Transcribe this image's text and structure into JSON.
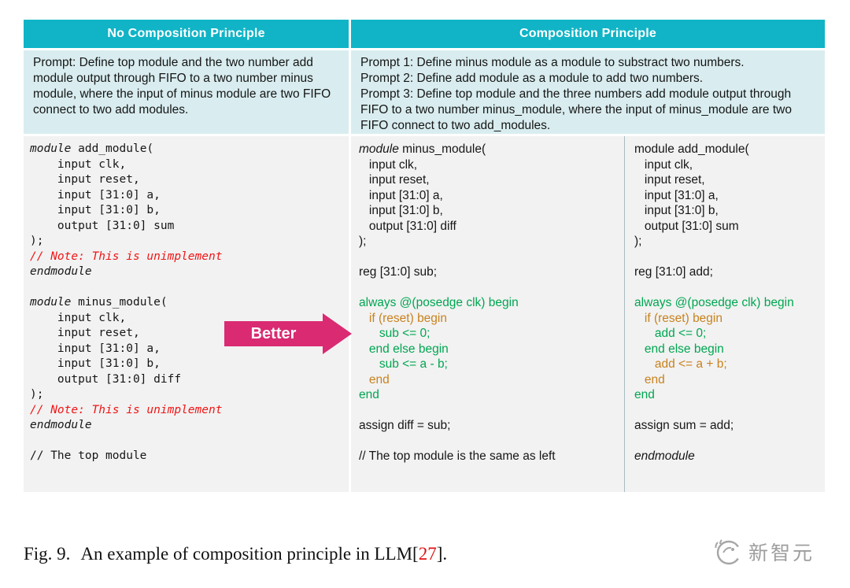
{
  "colors": {
    "header_teal": "#10b4c6",
    "prompt_bg": "#d9edf0",
    "code_bg": "#f2f2f2",
    "code_green": "#00a651",
    "code_orange": "#c8821e",
    "code_red": "#f01515",
    "arrow_pink": "#d92a72",
    "cite_red": "#e01212"
  },
  "table": {
    "header_left": "No Composition Principle",
    "header_right": "Composition Principle",
    "prompt_left": [
      "Prompt: Define top module and the two number add module output through FIFO to a two number minus module, where the input of minus module are two FIFO connect to two add modules."
    ],
    "prompt_right": [
      "Prompt 1: Define minus module as a module to substract two numbers.",
      "Prompt 2: Define add module as a module to add two numbers.",
      "Prompt 3: Define top module and the three numbers add module output through FIFO to a two number minus_module, where the input of minus_module are two FIFO connect to two add_modules."
    ]
  },
  "code": {
    "left": [
      [
        [
          "module",
          "i"
        ],
        [
          " add_module(",
          ""
        ]
      ],
      [
        [
          "    input clk,",
          ""
        ]
      ],
      [
        [
          "    input reset,",
          ""
        ]
      ],
      [
        [
          "    input [31:0] a,",
          ""
        ]
      ],
      [
        [
          "    input [31:0] b,",
          ""
        ]
      ],
      [
        [
          "    output [31:0] sum",
          ""
        ]
      ],
      [
        [
          ");",
          ""
        ]
      ],
      [
        [
          "// Note: This is unimplement",
          "red"
        ]
      ],
      [
        [
          "endmodule",
          "i"
        ]
      ],
      [
        [
          "",
          ""
        ]
      ],
      [
        [
          "module",
          "i"
        ],
        [
          " minus_module(",
          ""
        ]
      ],
      [
        [
          "    input clk,",
          ""
        ]
      ],
      [
        [
          "    input reset,",
          ""
        ]
      ],
      [
        [
          "    input [31:0] a,",
          ""
        ]
      ],
      [
        [
          "    input [31:0] b,",
          ""
        ]
      ],
      [
        [
          "    output [31:0] diff",
          ""
        ]
      ],
      [
        [
          ");",
          ""
        ]
      ],
      [
        [
          "// Note: This is unimplement",
          "red"
        ]
      ],
      [
        [
          "endmodule",
          "i"
        ]
      ],
      [
        [
          "",
          ""
        ]
      ],
      [
        [
          "// The top module",
          ""
        ]
      ]
    ],
    "middle": [
      [
        [
          "module",
          "i"
        ],
        [
          " minus_module(",
          ""
        ]
      ],
      [
        [
          "   input clk,",
          ""
        ]
      ],
      [
        [
          "   input reset,",
          ""
        ]
      ],
      [
        [
          "   input [31:0] a,",
          ""
        ]
      ],
      [
        [
          "   input [31:0] b,",
          ""
        ]
      ],
      [
        [
          "   output [31:0] diff",
          ""
        ]
      ],
      [
        [
          ");",
          ""
        ]
      ],
      [
        [
          "",
          ""
        ]
      ],
      [
        [
          "reg [31:0] sub;",
          ""
        ]
      ],
      [
        [
          "",
          ""
        ]
      ],
      [
        [
          "always @(posedge clk) begin",
          "green"
        ]
      ],
      [
        [
          "   if (reset) begin",
          "orange"
        ]
      ],
      [
        [
          "      sub <= 0;",
          "green"
        ]
      ],
      [
        [
          "   end else begin",
          "green"
        ]
      ],
      [
        [
          "      sub <= a - b;",
          "green"
        ]
      ],
      [
        [
          "   end",
          "orange"
        ]
      ],
      [
        [
          "end",
          "green"
        ]
      ],
      [
        [
          "",
          ""
        ]
      ],
      [
        [
          "assign diff = sub;",
          ""
        ]
      ],
      [
        [
          "",
          ""
        ]
      ],
      [
        [
          "// The top module is the same as left",
          ""
        ]
      ]
    ],
    "right": [
      [
        [
          "module add_module(",
          ""
        ]
      ],
      [
        [
          "   input clk,",
          ""
        ]
      ],
      [
        [
          "   input reset,",
          ""
        ]
      ],
      [
        [
          "   input [31:0] a,",
          ""
        ]
      ],
      [
        [
          "   input [31:0] b,",
          ""
        ]
      ],
      [
        [
          "   output [31:0] sum",
          ""
        ]
      ],
      [
        [
          ");",
          ""
        ]
      ],
      [
        [
          "",
          ""
        ]
      ],
      [
        [
          "reg [31:0] add;",
          ""
        ]
      ],
      [
        [
          "",
          ""
        ]
      ],
      [
        [
          "always @(posedge clk) begin",
          "green"
        ]
      ],
      [
        [
          "   if (reset) begin",
          "orange"
        ]
      ],
      [
        [
          "      add <= 0;",
          "green"
        ]
      ],
      [
        [
          "   end else begin",
          "green"
        ]
      ],
      [
        [
          "      add <= a + b;",
          "orange"
        ]
      ],
      [
        [
          "   end",
          "orange"
        ]
      ],
      [
        [
          "end",
          "green"
        ]
      ],
      [
        [
          "",
          ""
        ]
      ],
      [
        [
          "assign sum = add;",
          ""
        ]
      ],
      [
        [
          "",
          ""
        ]
      ],
      [
        [
          "endmodule",
          "i"
        ]
      ]
    ]
  },
  "arrow": {
    "label": "Better"
  },
  "caption": {
    "fig_label": "Fig. 9.",
    "text": "An example of composition principle in LLM[",
    "cite": "27",
    "close": "]."
  },
  "watermark": {
    "text": "新智元"
  }
}
